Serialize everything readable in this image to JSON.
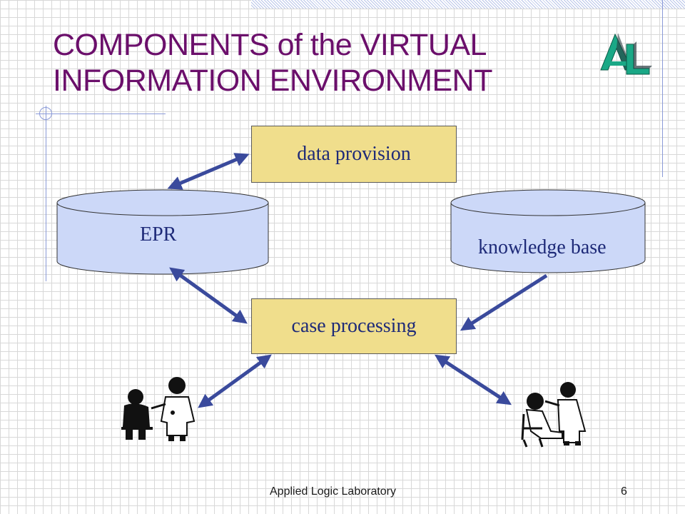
{
  "slide": {
    "title_line1": "COMPONENTS of the VIRTUAL",
    "title_line2": "INFORMATION ENVIRONMENT",
    "footer_text": "Applied Logic Laboratory",
    "page_number": "6"
  },
  "diagram": {
    "boxes": {
      "data_provision": "data provision",
      "case_processing": "case processing"
    },
    "databases": {
      "epr": "EPR",
      "knowledge_base": "knowledge base"
    }
  },
  "icons": {
    "logo": "applied-logic-laboratory-logo",
    "left_figure": "doctor-examining-patient-icon",
    "right_figure": "doctor-examining-seated-patient-icon"
  },
  "colors": {
    "title": "#6b0f6b",
    "box_fill": "#f0de8c",
    "database_fill": "#ccd8f8",
    "arrow": "#3a4a9c",
    "label_text": "#1e2a78"
  }
}
